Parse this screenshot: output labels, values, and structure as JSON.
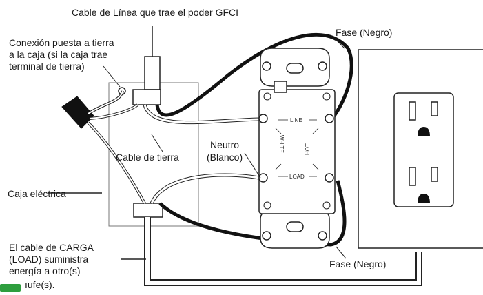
{
  "labels": {
    "line_cable": "Cable de Línea que trae el poder GFCI",
    "ground_conn_1": "Conexión puesta a tierra",
    "ground_conn_2": "a la caja (si la caja trae",
    "ground_conn_3": "terminal de tierra)",
    "ground_cable": "Cable de tierra",
    "neutral_1": "Neutro",
    "neutral_2": "(Blanco)",
    "phase_top": "Fase (Negro)",
    "phase_bottom": "Fase (Negro)",
    "box": "Caja eléctrica",
    "load_1": "El cable de CARGA",
    "load_2": "(LOAD) suministra",
    "load_3": "energía a otro(s)",
    "load_4": "ıufe(s)."
  },
  "device_marks": {
    "line": "LINE",
    "load": "LOAD",
    "white": "WHITE",
    "hot": "HOT"
  },
  "colors": {
    "line": "#111111",
    "accent_green": "#2e9e3e"
  }
}
